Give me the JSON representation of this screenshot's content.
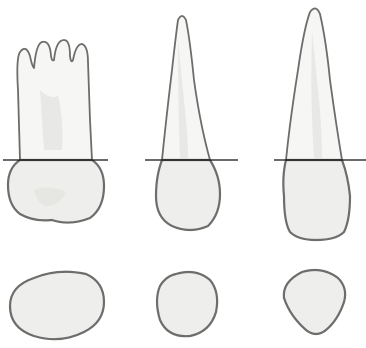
{
  "figure": {
    "views": [
      {
        "id": "mesial"
      },
      {
        "id": "facial"
      },
      {
        "id": "lingual"
      }
    ]
  }
}
